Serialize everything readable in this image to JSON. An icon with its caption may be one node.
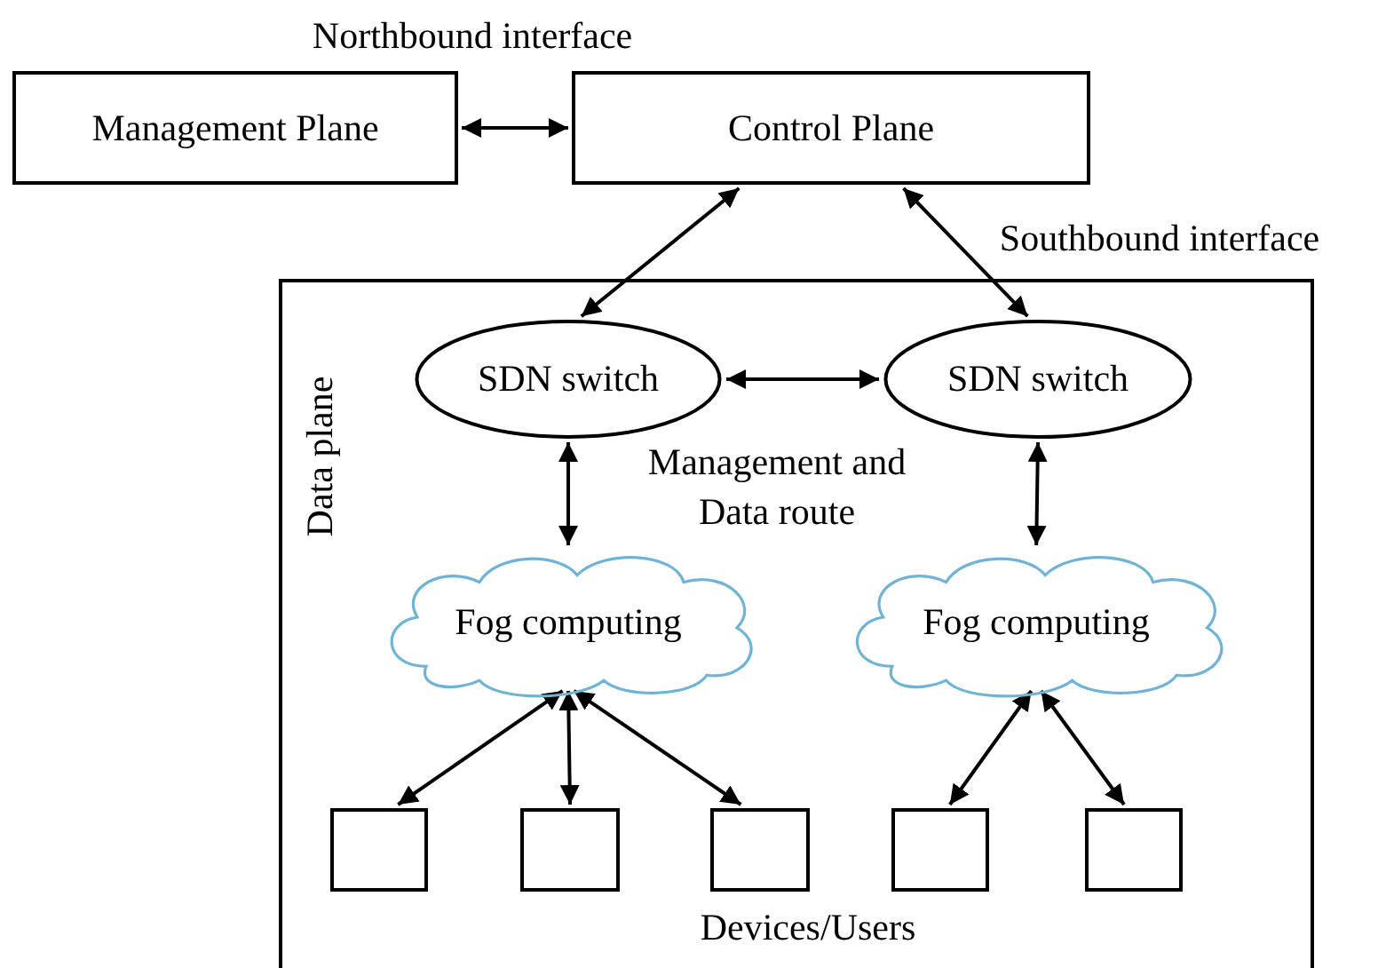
{
  "diagram": {
    "nodes": [
      {
        "text": [
          "Management Plane"
        ]
      },
      {
        "text": [
          "Control Plane"
        ]
      },
      {
        "text": [
          "Data plane"
        ]
      },
      {
        "text": [
          "SDN switch"
        ],
        "in": 2
      },
      {
        "text": [
          "SDN switch"
        ],
        "in": 2
      },
      {
        "text": [
          "Fog computing"
        ],
        "in": 2
      },
      {
        "text": [
          "Fog computing"
        ],
        "in": 2
      },
      {
        "text": [],
        "shape": "box",
        "in": 2
      },
      {
        "text": [],
        "shape": "box",
        "in": 2
      },
      {
        "text": [],
        "shape": "box",
        "in": 2
      },
      {
        "text": [],
        "shape": "box",
        "in": 2
      },
      {
        "text": [],
        "shape": "box",
        "in": 2
      }
    ],
    "edges": [
      {
        "from": 0,
        "to": 1,
        "arrow": "both"
      },
      {
        "from": 1,
        "to": 3,
        "arrow": "both"
      },
      {
        "from": 1,
        "to": 4,
        "arrow": "both"
      },
      {
        "from": 3,
        "to": 4,
        "arrow": "both"
      },
      {
        "from": 3,
        "to": 5,
        "arrow": "both"
      },
      {
        "from": 4,
        "to": 6,
        "arrow": "both"
      },
      {
        "from": 5,
        "to": 7,
        "arrow": "both"
      },
      {
        "from": 5,
        "to": 8,
        "arrow": "both"
      },
      {
        "from": 5,
        "to": 9,
        "arrow": "both"
      },
      {
        "from": 6,
        "to": 10,
        "arrow": "both"
      },
      {
        "from": 6,
        "to": 11,
        "arrow": "both"
      }
    ],
    "labels": [
      "Northbound interface",
      "Southbound interface",
      "Management and Data route",
      "Devices/Users"
    ]
  }
}
